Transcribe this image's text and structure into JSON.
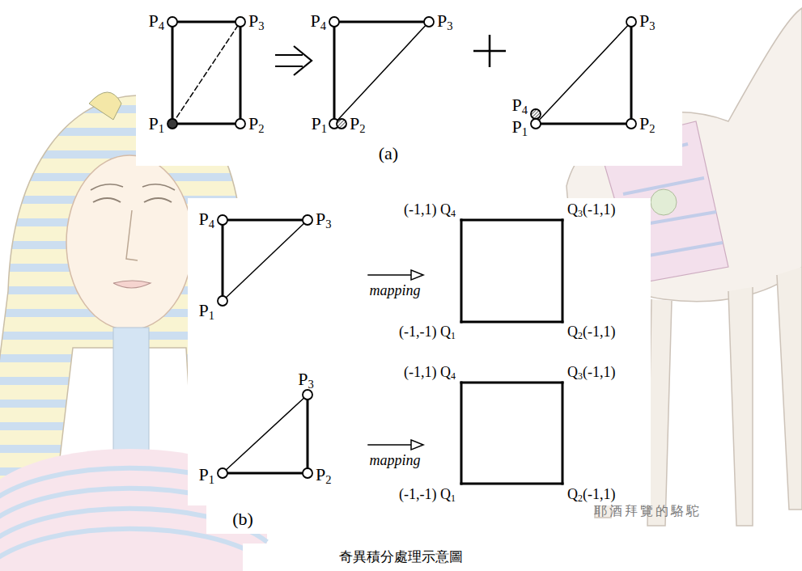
{
  "diagram": {
    "caption": "奇異積分處理示意圖",
    "labels": [
      "P4",
      "P3",
      "P1",
      "P2",
      "P4",
      "P3",
      "P1",
      "P2",
      "P4",
      "P3",
      "P1",
      "P2",
      "(a)",
      "P4",
      "P3",
      "P1",
      "mapping",
      "(-1,1) Q4",
      "Q3(-1,1)",
      "(-1,-1) Q1",
      "Q2(-1,1)",
      "P3",
      "P1",
      "P2",
      "mapping",
      "(-1,1) Q4",
      "Q3(-1,1)",
      "(-1,-1) Q1",
      "Q2(-1,1)",
      "(b)",
      "耶酒拜覽的駱駝"
    ]
  }
}
